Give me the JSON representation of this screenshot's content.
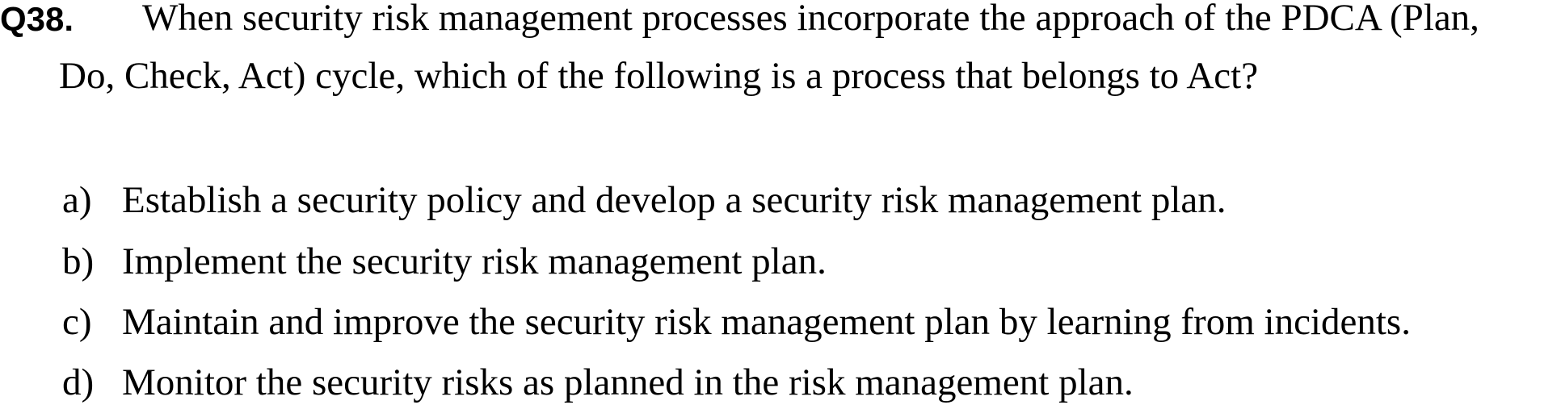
{
  "question": {
    "number": "Q38.",
    "line1": "When security risk management processes incorporate the approach of the PDCA (Plan,",
    "line2": "Do, Check, Act) cycle, which of the following is a process that belongs to Act?"
  },
  "options": [
    {
      "letter": "a)",
      "text": "Establish a security policy and develop a security risk management plan."
    },
    {
      "letter": "b)",
      "text": "Implement the security risk management plan."
    },
    {
      "letter": "c)",
      "text": "Maintain and improve the security risk management plan by learning from incidents."
    },
    {
      "letter": "d)",
      "text": "Monitor the security risks as planned in the risk management plan."
    }
  ]
}
